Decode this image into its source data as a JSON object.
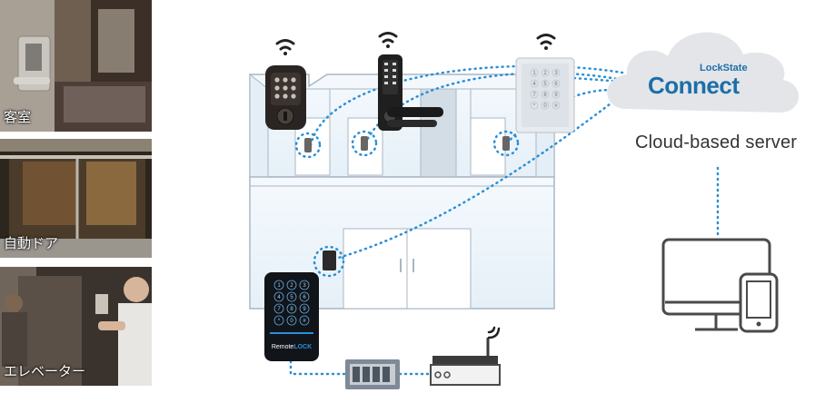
{
  "photos": [
    {
      "caption": "客室"
    },
    {
      "caption": "自動ドア"
    },
    {
      "caption": "エレベーター"
    }
  ],
  "cloud": {
    "brand_top": "LockState",
    "brand_main": "Connect",
    "label": "Cloud-based server"
  },
  "keypad": {
    "brand_text": "Remote",
    "brand_accent": "LOCK"
  },
  "keypad_keys": [
    "1",
    "2",
    "3",
    "4",
    "5",
    "6",
    "7",
    "8",
    "9",
    "*",
    "0",
    "#"
  ],
  "colors": {
    "link": "#2a8fd6",
    "brand": "#1c6fa8",
    "cloud": "#e3e5e9",
    "building": "#eef5fb",
    "wall_line": "#a9b7c3"
  }
}
